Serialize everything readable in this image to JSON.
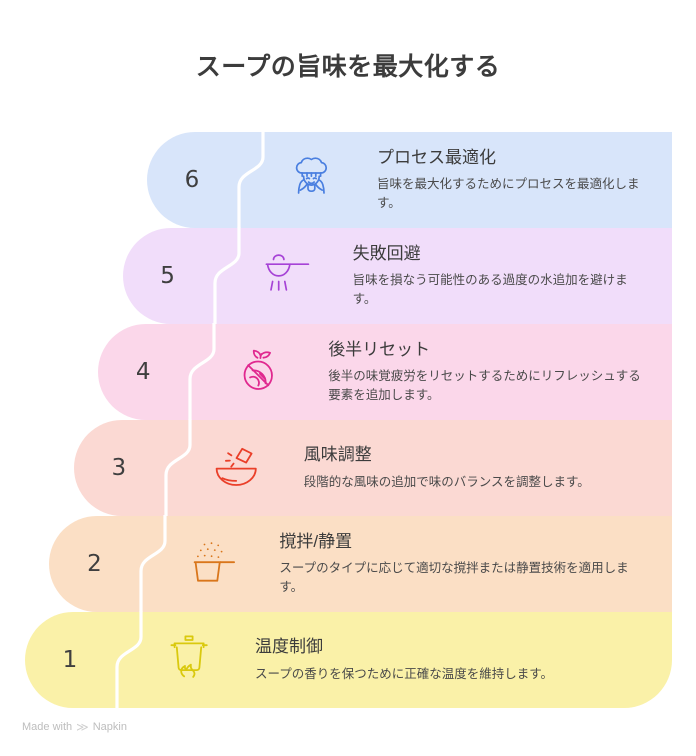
{
  "title": "スープの旨味を最大化する",
  "footer": {
    "prefix": "Made with",
    "mark": "≫",
    "brand": "Napkin"
  },
  "accent_colors": {
    "title_text": "#3c3c3c",
    "body_text": "#4a4a4a",
    "divider": "#ffffff",
    "background": "#ffffff"
  },
  "steps": [
    {
      "number": "6",
      "title": "プロセス最適化",
      "description": "旨味を最大化するためにプロセスを最適化します。",
      "icon": "chef-icon",
      "fill": "#d8e5fa",
      "icon_color": "#4a7fe0"
    },
    {
      "number": "5",
      "title": "失敗回避",
      "description": "旨味を損なう可能性のある過度の水追加を避けます。",
      "icon": "watering-can-icon",
      "fill": "#f1ddfa",
      "icon_color": "#a642d6"
    },
    {
      "number": "4",
      "title": "後半リセット",
      "description": "後半の味覚疲労をリセットするためにリフレッシュする要素を追加します。",
      "icon": "citrus-icon",
      "fill": "#fbd7ea",
      "icon_color": "#e0288f"
    },
    {
      "number": "3",
      "title": "風味調整",
      "description": "段階的な風味の追加で味のバランスを調整します。",
      "icon": "bowl-seasoning-icon",
      "fill": "#fbd9d3",
      "icon_color": "#ea3f29"
    },
    {
      "number": "2",
      "title": "撹拌/静置",
      "description": "スープのタイプに応じて適切な撹拌または静置技術を適用します。",
      "icon": "pot-steam-icon",
      "fill": "#fbdfc5",
      "icon_color": "#d9761b"
    },
    {
      "number": "1",
      "title": "温度制御",
      "description": "スープの香りを保つために正確な温度を維持します。",
      "icon": "pot-flame-icon",
      "fill": "#faf1a8",
      "icon_color": "#d9c90d"
    }
  ]
}
